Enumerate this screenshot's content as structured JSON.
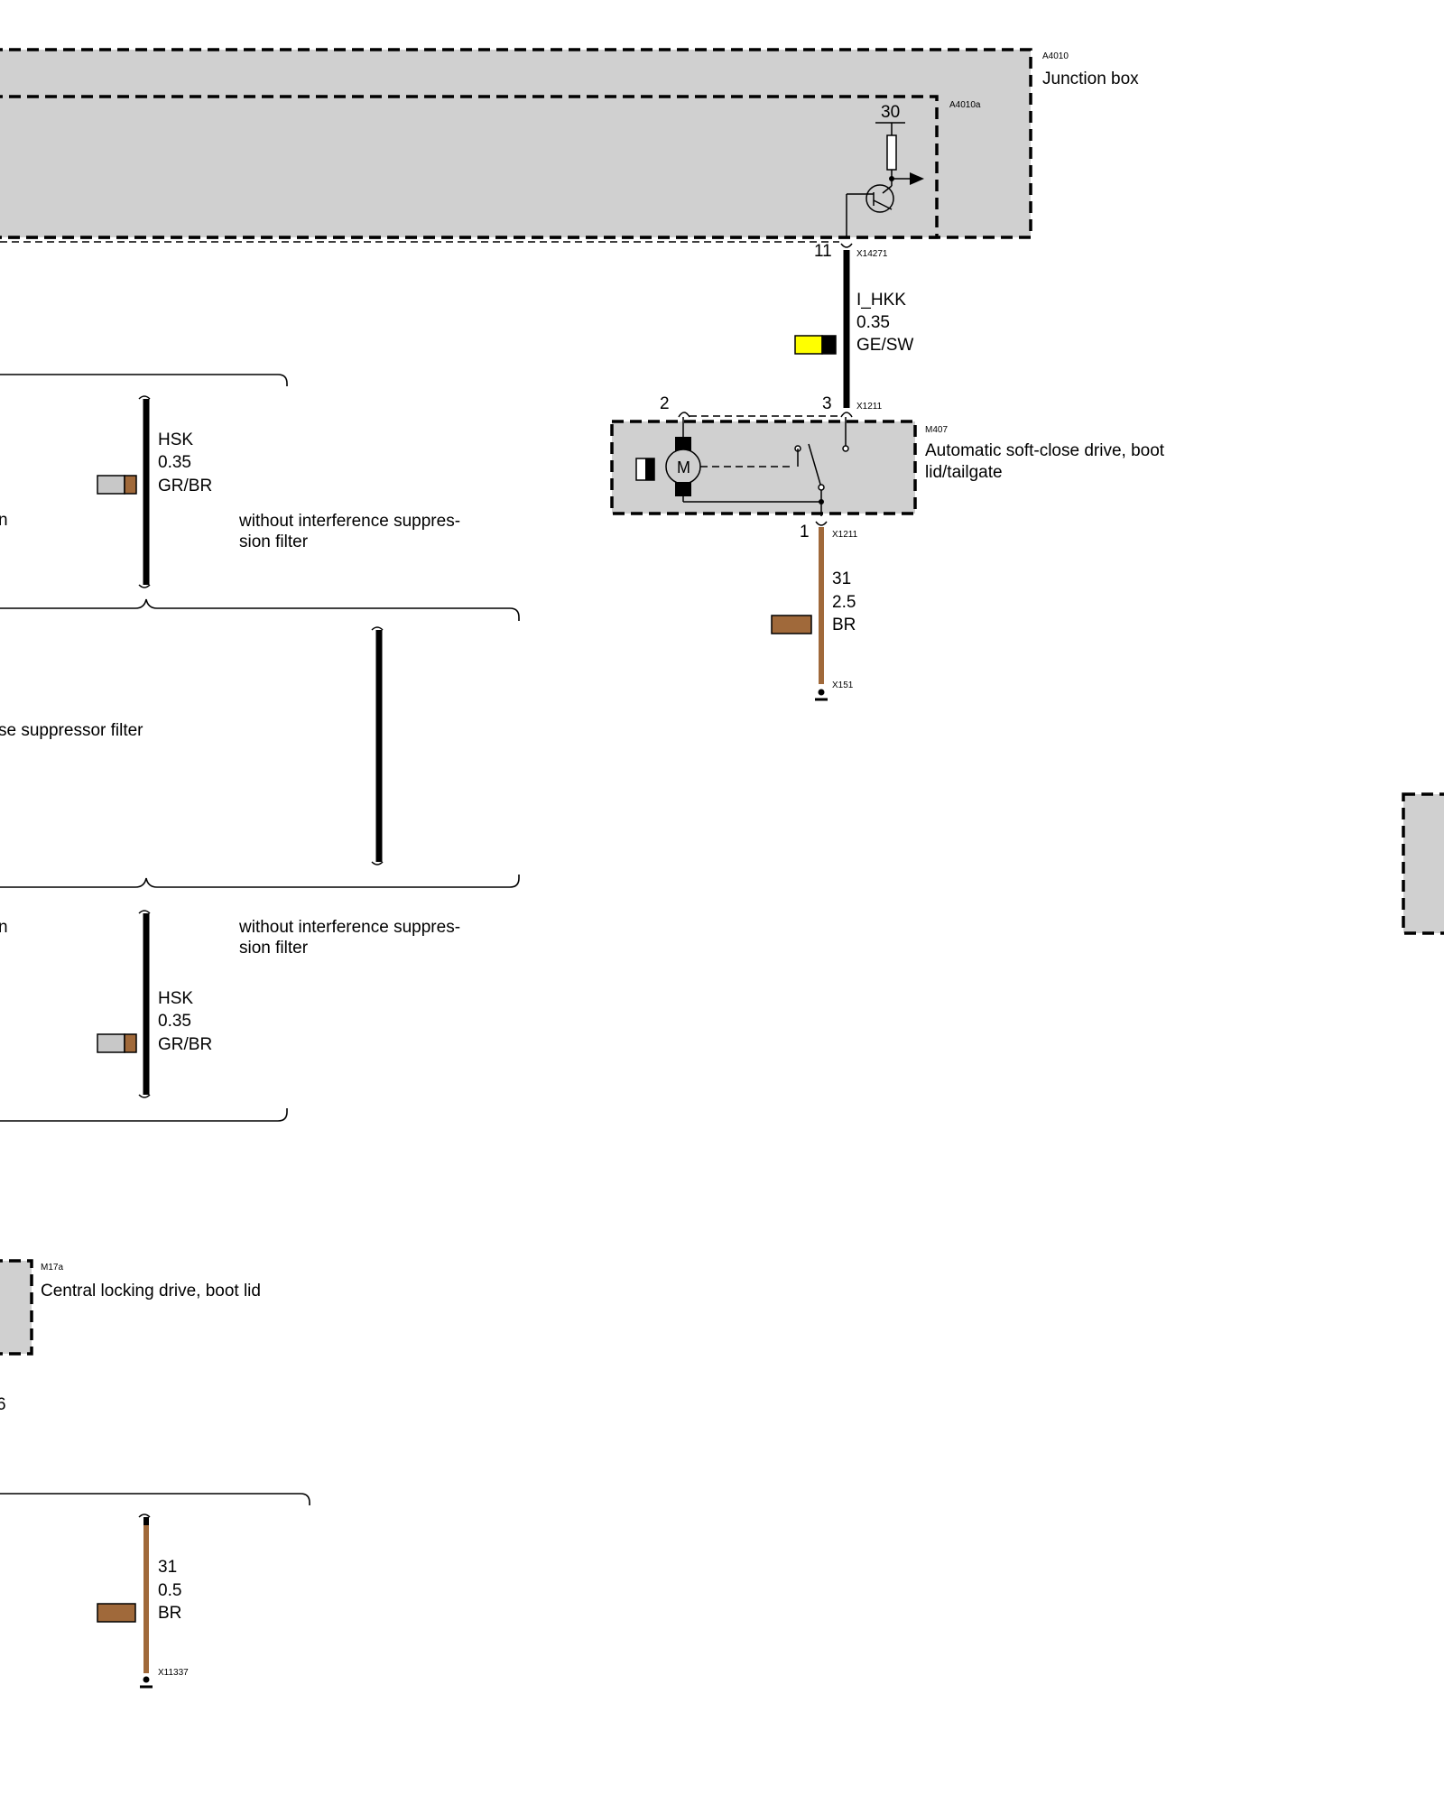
{
  "colors": {
    "wire_brown": "#a0693a",
    "wire_yellow": "#ffff00",
    "wire_grey": "#c8c8c8",
    "wire_black": "#000000",
    "component_fill": "#d0d0d0"
  },
  "components": {
    "junction_box": {
      "code": "A4010",
      "name": "Junction box"
    },
    "junction_box_inner": {
      "code": "A4010a",
      "terminal": "30"
    },
    "soft_close": {
      "code": "M407",
      "name": "Automatic soft-close drive, boot lid/tailgate"
    },
    "central_locking": {
      "code": "M17a",
      "name": "Central locking drive, boot lid"
    }
  },
  "connectors": {
    "x14271": {
      "code": "X14271",
      "pin": "11"
    },
    "x1211_top": {
      "code": "X1211",
      "pin_left": "2",
      "pin_right": "3"
    },
    "x1211_bottom": {
      "code": "X1211",
      "pin": "1"
    },
    "x151": {
      "code": "X151"
    },
    "x11337": {
      "code": "X11337"
    }
  },
  "wires": {
    "i_hkk": {
      "signal": "I_HKK",
      "size": "0.35",
      "color": "GE/SW"
    },
    "ground_main": {
      "signal": "31",
      "size": "2.5",
      "color": "BR"
    },
    "hsk_1": {
      "signal": "HSK",
      "size": "0.35",
      "color": "GR/BR"
    },
    "hsk_2": {
      "signal": "HSK",
      "size": "0.35",
      "color": "GR/BR"
    },
    "ground_lock": {
      "signal": "31",
      "size": "0.5",
      "color": "BR"
    }
  },
  "variants": {
    "without_filter_1": "without interference suppres-sion filter",
    "without_filter_2": "without interference suppres-sion filter",
    "suppressor_partial": "se suppressor filter",
    "cut_n_1": "n",
    "cut_n_2": "n",
    "cut_6": "6"
  }
}
